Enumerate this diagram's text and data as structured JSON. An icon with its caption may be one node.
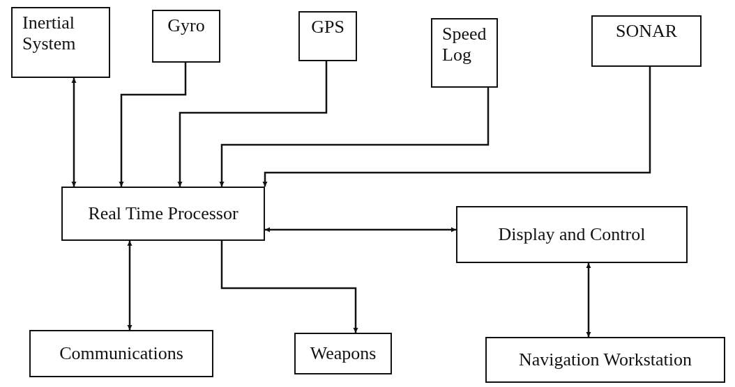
{
  "diagram": {
    "nodes": [
      {
        "text": [
          "Inertial System"
        ]
      },
      {
        "text": [
          "Gyro"
        ]
      },
      {
        "text": [
          "GPS"
        ]
      },
      {
        "text": [
          "Speed Log"
        ]
      },
      {
        "text": [
          "SONAR"
        ]
      },
      {
        "text": [
          "Real Time Processor"
        ]
      },
      {
        "text": [
          "Display and Control"
        ]
      },
      {
        "text": [
          "Communications"
        ]
      },
      {
        "text": [
          "Weapons"
        ]
      },
      {
        "text": [
          "Navigation Workstation"
        ]
      }
    ],
    "edges": [
      {
        "from": 0,
        "to": 5,
        "arrow": "both"
      },
      {
        "from": 1,
        "to": 5,
        "arrow": "to"
      },
      {
        "from": 2,
        "to": 5,
        "arrow": "to"
      },
      {
        "from": 3,
        "to": 5,
        "arrow": "to"
      },
      {
        "from": 4,
        "to": 5,
        "arrow": "to"
      },
      {
        "from": 5,
        "to": 6,
        "arrow": "both"
      },
      {
        "from": 5,
        "to": 7,
        "arrow": "both"
      },
      {
        "from": 5,
        "to": 8,
        "arrow": "to"
      },
      {
        "from": 6,
        "to": 9,
        "arrow": "both"
      }
    ]
  }
}
